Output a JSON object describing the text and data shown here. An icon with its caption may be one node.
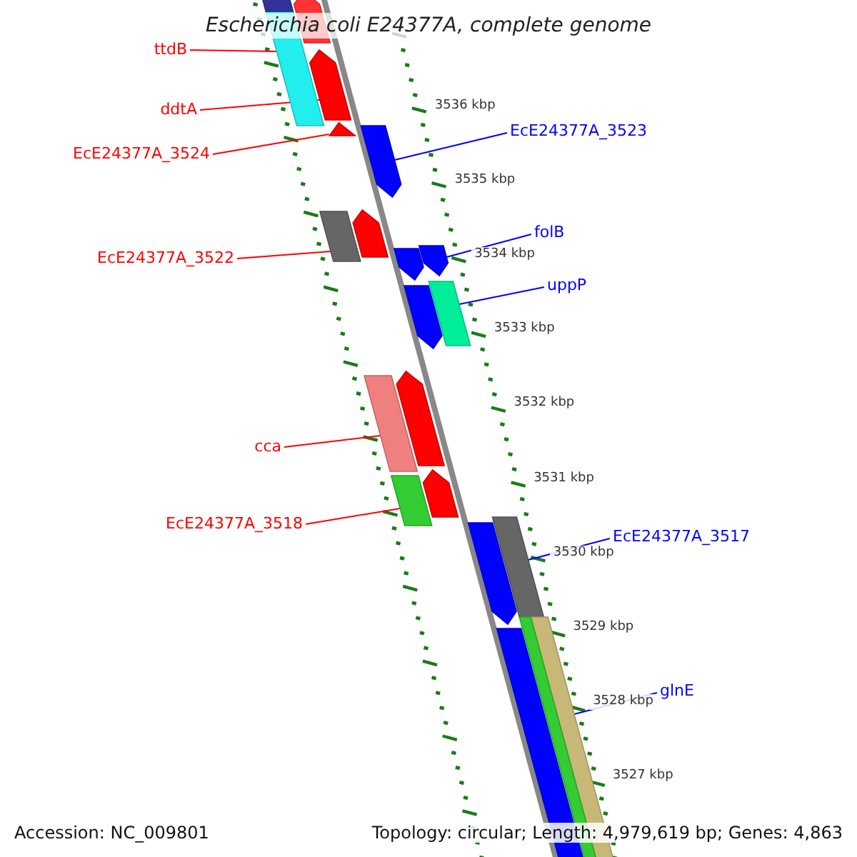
{
  "diagram": {
    "title": "Escherichia coli E24377A, complete genome",
    "nodes": [
      {
        "text": [
          "ttdB"
        ]
      },
      {
        "text": [],
        "shape": "bar"
      },
      {
        "text": [
          "ddtA"
        ]
      },
      {
        "text": [],
        "shape": "bar"
      },
      {
        "text": [
          "EcE24377A_3524"
        ]
      },
      {
        "text": [],
        "shape": "bar"
      },
      {
        "text": [
          "EcE24377A_3522"
        ]
      },
      {
        "text": [],
        "shape": "bar"
      },
      {
        "text": [
          "cca"
        ]
      },
      {
        "text": [],
        "shape": "bar"
      },
      {
        "text": [
          "EcE24377A_3518"
        ]
      },
      {
        "text": [],
        "shape": "bar"
      },
      {
        "text": [
          "EcE24377A_3523"
        ]
      },
      {
        "text": [],
        "shape": "bar"
      },
      {
        "text": [
          "folB"
        ]
      },
      {
        "text": [],
        "shape": "bar"
      },
      {
        "text": [
          "uppP"
        ]
      },
      {
        "text": [],
        "shape": "bar"
      },
      {
        "text": [
          "EcE24377A_3517"
        ]
      },
      {
        "text": [],
        "shape": "bar"
      },
      {
        "text": [
          "glnE"
        ]
      },
      {
        "text": [],
        "shape": "bar"
      },
      {
        "text": [],
        "shape": "bar"
      },
      {
        "text": [],
        "shape": "bar"
      },
      {
        "text": [],
        "shape": "bar"
      },
      {
        "text": [],
        "shape": "bar"
      },
      {
        "text": [],
        "shape": "bar"
      },
      {
        "text": [],
        "shape": "bar"
      },
      {
        "text": [],
        "shape": "bar"
      },
      {
        "text": [],
        "shape": "bar"
      },
      {
        "text": [],
        "shape": "bar"
      },
      {
        "text": [],
        "shape": "bar"
      }
    ],
    "edges": [
      {
        "from": 0,
        "to": 1,
        "arrow": "none",
        "color": "#ff0000"
      },
      {
        "from": 2,
        "to": 3,
        "arrow": "none",
        "color": "#ff0000"
      },
      {
        "from": 4,
        "to": 5,
        "arrow": "none",
        "color": "#ff0000"
      },
      {
        "from": 6,
        "to": 7,
        "arrow": "none",
        "color": "#ff0000"
      },
      {
        "from": 8,
        "to": 9,
        "arrow": "none",
        "color": "#ff0000"
      },
      {
        "from": 10,
        "to": 11,
        "arrow": "none",
        "color": "#ff0000"
      },
      {
        "from": 12,
        "to": 13,
        "arrow": "none",
        "color": "#0000ff"
      },
      {
        "from": 14,
        "to": 15,
        "arrow": "none",
        "color": "#0000ff"
      },
      {
        "from": 16,
        "to": 17,
        "arrow": "none",
        "color": "#0000ff"
      },
      {
        "from": 18,
        "to": 19,
        "arrow": "none",
        "color": "#0000ff"
      },
      {
        "from": 20,
        "to": 21,
        "arrow": "none",
        "color": "#0000ff"
      }
    ],
    "labels": [
      "3536 kbp",
      "3535 kbp",
      "3534 kbp",
      "3533 kbp",
      "3532 kbp",
      "3531 kbp",
      "3530 kbp",
      "3529 kbp",
      "3528 kbp",
      "3527 kbp",
      "Accession: NC_009801",
      "Topology: circular; Length: 4,979,619 bp; Genes: 4,863"
    ]
  }
}
